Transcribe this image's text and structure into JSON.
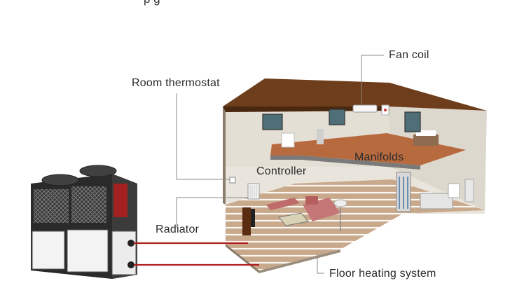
{
  "labels": {
    "fan_coil": "Fan coil",
    "room_thermostat": "Room thermostat",
    "controller": "Controller",
    "manifolds": "Manifolds",
    "radiator": "Radiator",
    "floor_heating": "Floor heating system"
  },
  "colors": {
    "pipe": "#b21e1e",
    "roof": "#6e3d1b",
    "wall": "#e9e5dc",
    "floor": "#c8a383",
    "heat_pump_frame": "#2a2a2a",
    "heat_pump_panel": "#f3f3f3"
  }
}
